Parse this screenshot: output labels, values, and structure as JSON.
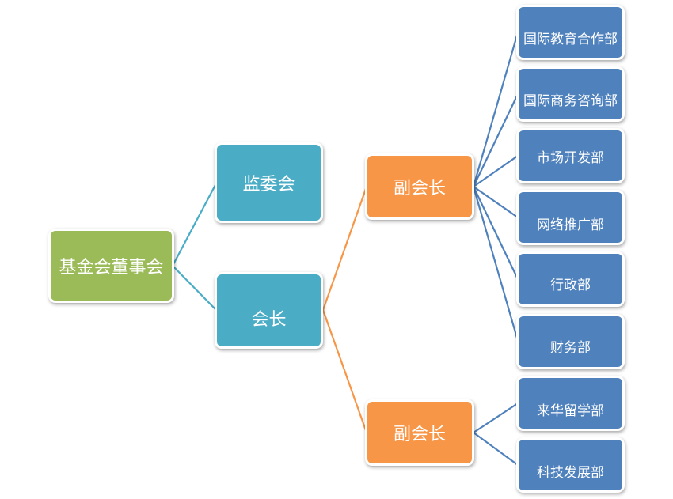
{
  "colors": {
    "root": "#9BBB59",
    "level1": "#4BACC6",
    "level2": "#F79646",
    "level3": "#4F81BD"
  },
  "root": {
    "label": "基金会董事会"
  },
  "level1": [
    {
      "label": "监委会"
    },
    {
      "label": "会长"
    }
  ],
  "level2": [
    {
      "label": "副会长"
    },
    {
      "label": "副会长"
    }
  ],
  "departments": [
    {
      "label": "国际教育合作部"
    },
    {
      "label": "国际商务咨询部"
    },
    {
      "label": "市场开发部"
    },
    {
      "label": "网络推广部"
    },
    {
      "label": "行政部"
    },
    {
      "label": "财务部"
    },
    {
      "label": "来华留学部"
    },
    {
      "label": "科技发展部"
    }
  ]
}
